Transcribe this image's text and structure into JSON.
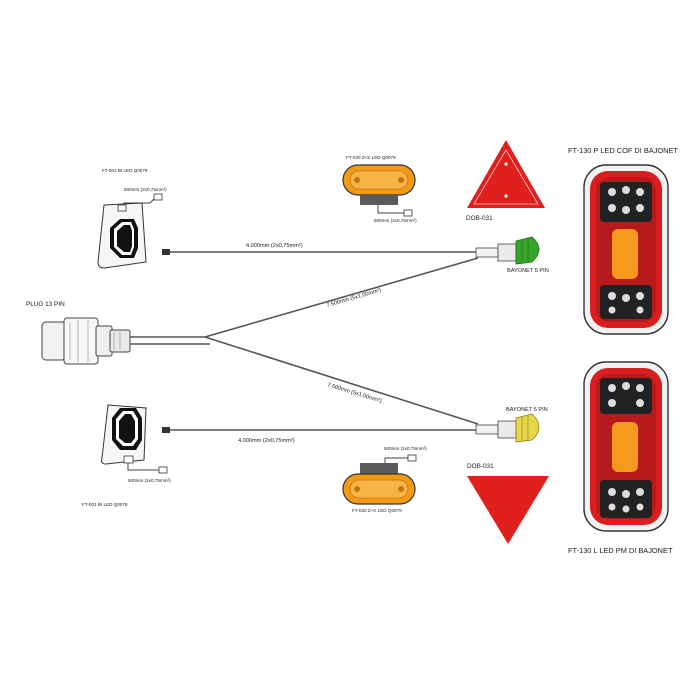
{
  "labels": {
    "ft001_top": "FT-001 BI LED Q0079",
    "ft001_top_cable": "500mm (2x0,75mm²)",
    "ft001_bottom": "FT-001 BI LED Q0079",
    "ft001_bottom_cable": "500mm (2x0,75mm²)",
    "ft020_top": "FT-020 Z+K LED Q0079",
    "ft020_top_cable": "500mm (2x0,75mm²)",
    "ft020_bottom": "FT-020 Z+K LED Q0079",
    "ft020_bottom_cable": "500mm (2x0,75mm²)",
    "dob_top": "DOB-031",
    "dob_bottom": "DOB-031",
    "lamp_right": "FT-130 P LED COF DI BAJONET",
    "lamp_left": "FT-130 L LED PM DI BAJONET",
    "plug": "PLUG 13 PIN",
    "bayonet_top": "BAYONET 5 PIN",
    "bayonet_bottom": "BAYONET 5 PIN",
    "wire_top_side": "4.000mm (2x0,75mm²)",
    "wire_bottom_side": "4.000mm (2x0,75mm²)",
    "wire_diag_top": "7.500mm (5x1,00mm²)",
    "wire_diag_bottom": "7.500mm (5x1,00mm²)"
  },
  "colors": {
    "lamp_red": "#d81e1e",
    "lamp_amber": "#f59a1c",
    "triangle_red": "#e0201c",
    "connector_green": "#36a52a",
    "connector_yellow": "#e8d64a",
    "marker_amber": "#f39a14"
  }
}
